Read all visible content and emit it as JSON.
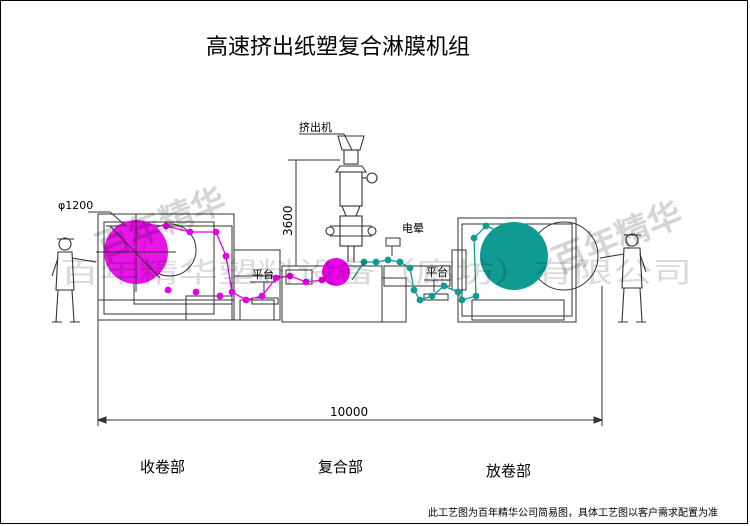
{
  "title": "高速挤出纸塑复合淋膜机组",
  "labels": {
    "extruder": "挤出机",
    "diameter": "φ1200",
    "height": "3600",
    "corona": "电晕",
    "platform_left": "平台",
    "platform_right": "平台",
    "length": "10000"
  },
  "sections": {
    "winding": "收卷部",
    "laminating": "复合部",
    "unwinding": "放卷部"
  },
  "note": "此工艺图为百年精华公司简易图，具体工艺图以客户需求配置为准",
  "watermark": {
    "brand_left": "百年精华",
    "brand_right": "百年精华",
    "company": "百年精华塑料设备（廊坊）有限公司"
  },
  "colors": {
    "magenta": "#e600e6",
    "teal": "#0f9b91",
    "line": "#333333"
  }
}
